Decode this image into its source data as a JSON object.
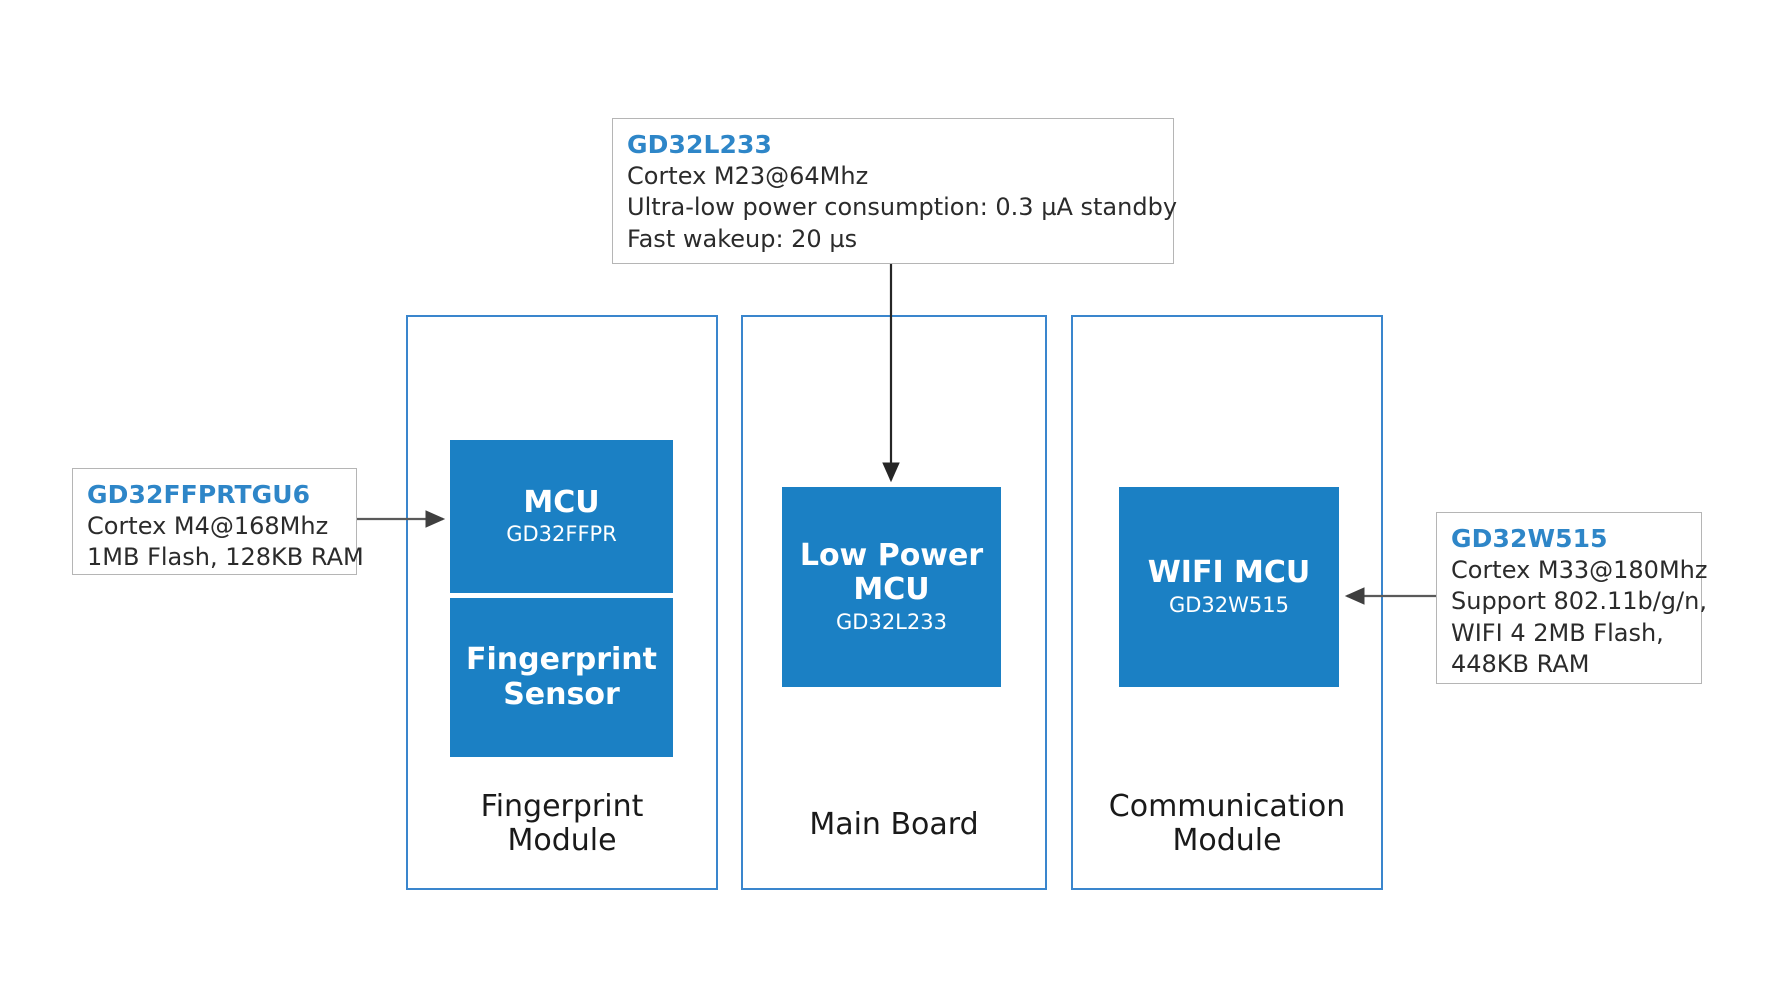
{
  "diagram": {
    "title_colors": {
      "accent_blue": "#2e86c8",
      "chip_blue": "#1b80c4",
      "module_border": "#3a86cd",
      "note_border": "#b5b5b5",
      "connector": "#595959",
      "text": "#1a1a1a"
    }
  },
  "notes": {
    "gd32l233": {
      "title": "GD32L233",
      "lines": [
        "Cortex M23@64Mhz",
        "Ultra-low power consumption: 0.3 µA standby",
        "Fast wakeup: 20 µs"
      ]
    },
    "gd32ffprtgu6": {
      "title": "GD32FFPRTGU6",
      "lines": [
        "Cortex M4@168Mhz",
        "1MB Flash, 128KB RAM"
      ]
    },
    "gd32w515": {
      "title": "GD32W515",
      "lines": [
        "Cortex M33@180Mhz",
        "Support 802.11b/g/n,",
        "WIFI 4 2MB Flash,",
        "448KB RAM"
      ]
    }
  },
  "modules": {
    "fingerprint": {
      "label": "Fingerprint\nModule",
      "chips": {
        "mcu": {
          "title": "MCU",
          "sub": "GD32FFPR"
        },
        "sensor": {
          "title": "Fingerprint\nSensor",
          "sub": ""
        }
      }
    },
    "mainboard": {
      "label": "Main Board",
      "chips": {
        "lowpower": {
          "title": "Low Power\nMCU",
          "sub": "GD32L233"
        }
      }
    },
    "communication": {
      "label": "Communication\nModule",
      "chips": {
        "wifi": {
          "title": "WIFI MCU",
          "sub": "GD32W515"
        }
      }
    }
  }
}
